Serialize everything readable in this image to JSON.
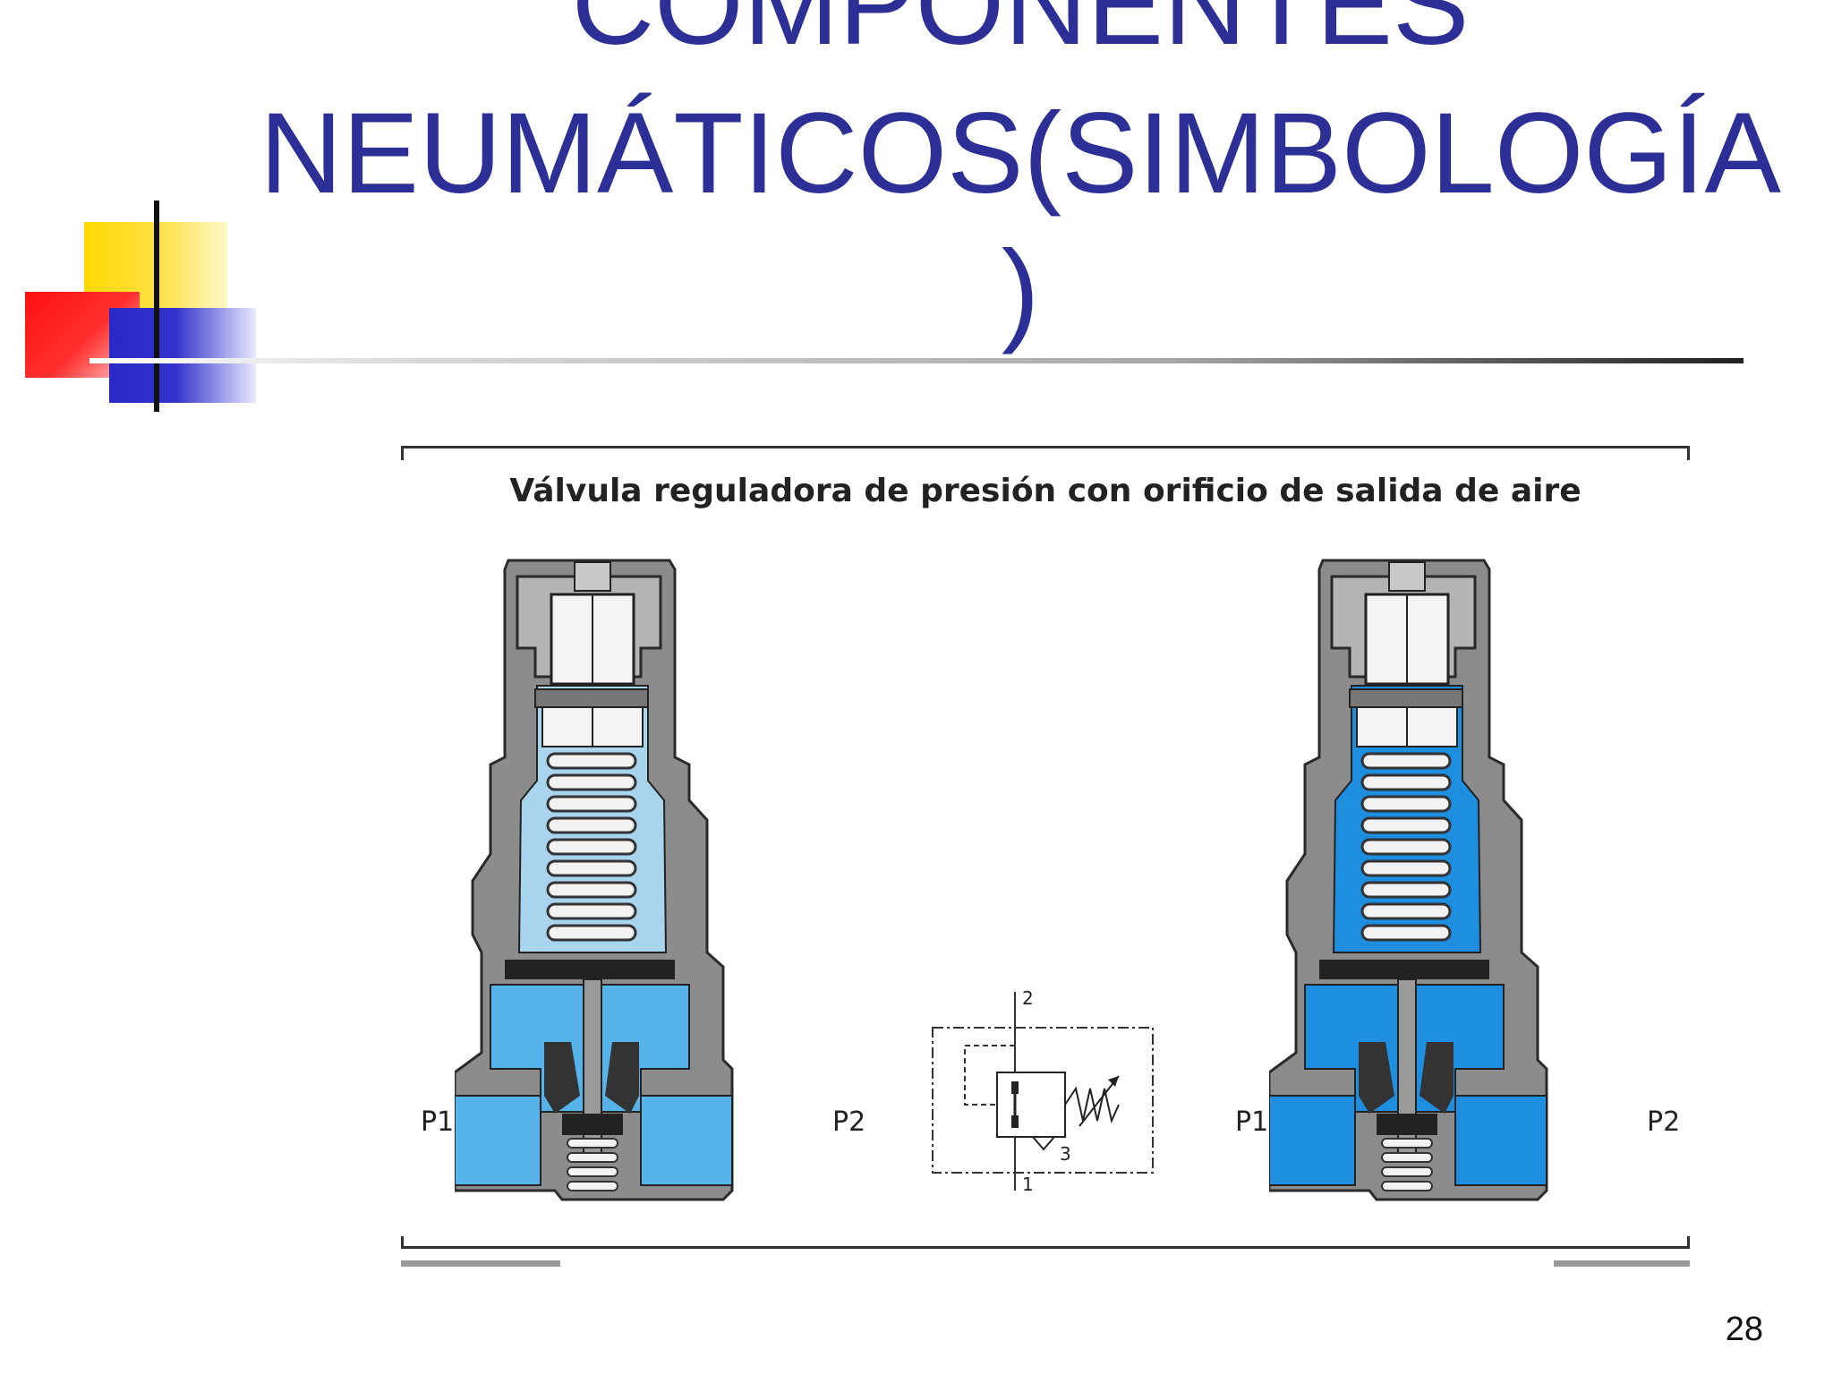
{
  "slide": {
    "title_lines": [
      "COMPONENTES",
      "NEUMÁTICOS(SIMBOLOGÍA",
      ")"
    ],
    "page_number": "28"
  },
  "figure": {
    "caption": "Válvula reguladora de presión con orificio de salida de aire",
    "left_valve": {
      "port_in": "P1",
      "port_out": "P2"
    },
    "right_valve": {
      "port_in": "P1",
      "port_out": "P2"
    },
    "symbol_ports": {
      "top": "2",
      "bottom": "1",
      "exhaust": "3"
    }
  },
  "colors": {
    "title": "#2b2f96",
    "housing": "#8a8a8a",
    "air_light": "#a8d4ee",
    "air_medium": "#56b4ea",
    "air_dark": "#1e8ee0"
  }
}
